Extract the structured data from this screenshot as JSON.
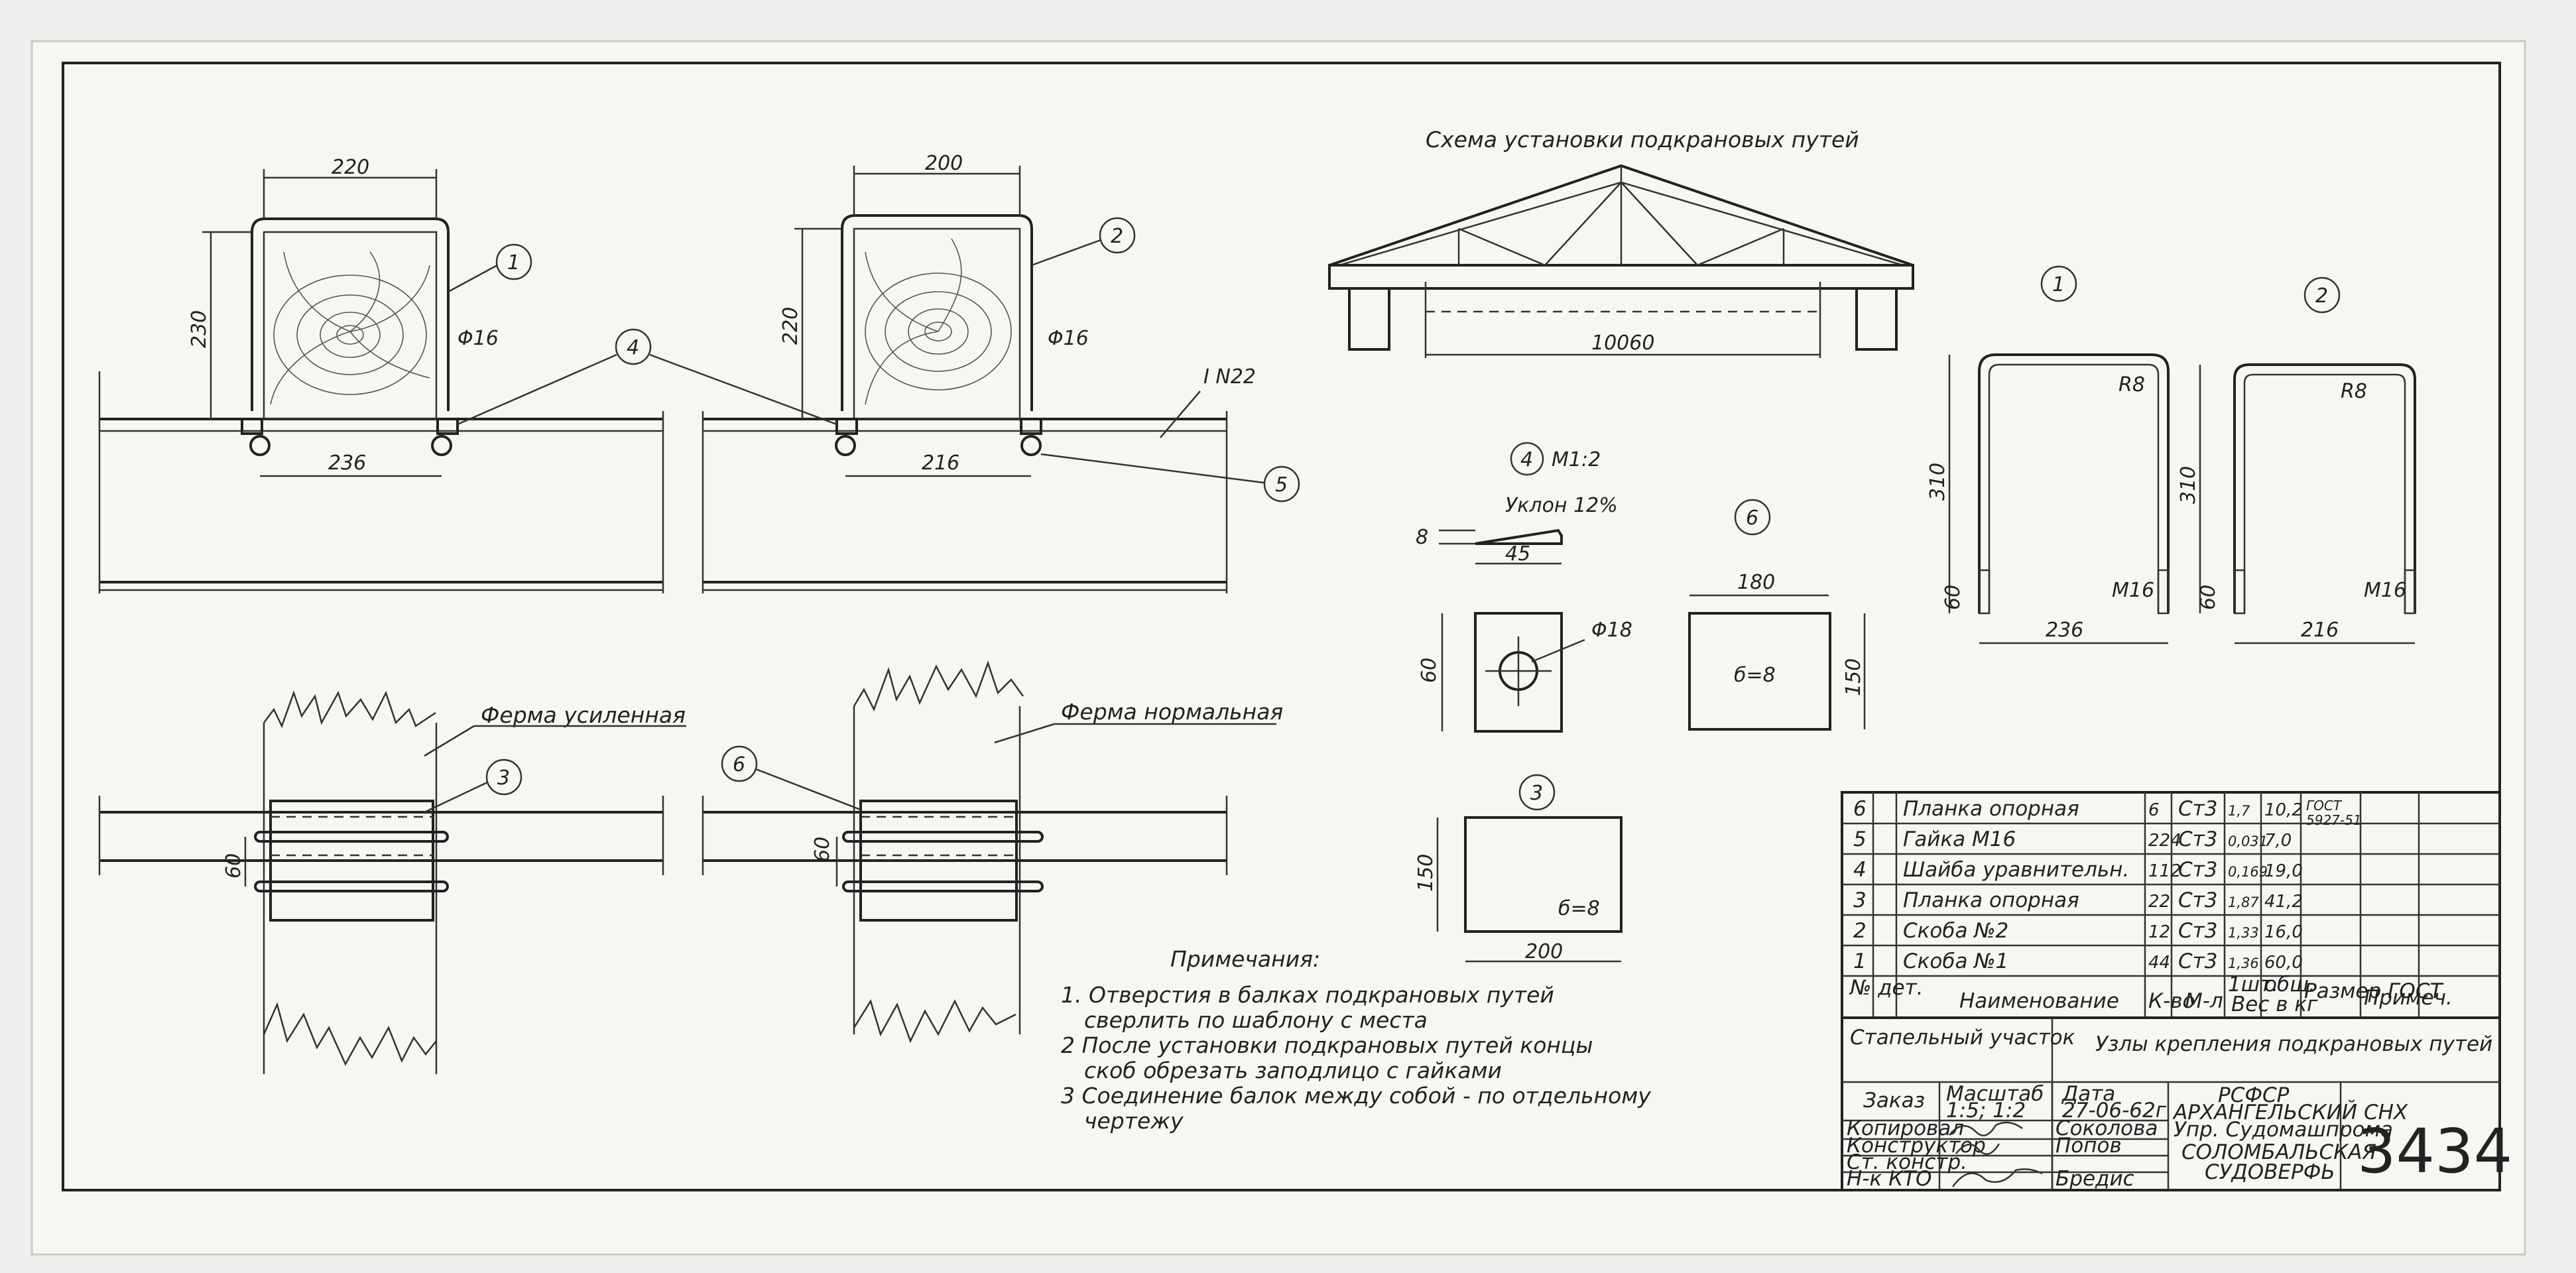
{
  "drawing": {
    "scheme_title": "Схема установки подкрановых путей",
    "span": "10060",
    "detail1": {
      "width": "220",
      "height": "230",
      "rod": "Φ16",
      "base": "236",
      "callout": "1"
    },
    "detail2": {
      "width": "200",
      "height": "220",
      "rod": "Φ16",
      "base": "216",
      "callout": "2"
    },
    "beam_label": "I N22",
    "callout4": "4",
    "callout5": "5",
    "callout3": "3",
    "callout6": "6",
    "truss_reinforced": "Ферма усиленная",
    "truss_normal": "Ферма нормальная",
    "dim_60a": "60",
    "dim_60b": "60",
    "part4": {
      "callout": "4",
      "scale": "M1:2",
      "slope": "Уклон 12%",
      "thick": "8",
      "len": "45",
      "side": "60",
      "hole": "Φ18"
    },
    "part6": {
      "callout": "6",
      "w": "180",
      "h": "150",
      "thk": "б=8"
    },
    "part3": {
      "callout": "3",
      "w": "200",
      "h": "150",
      "thk": "б=8"
    },
    "bracket1": {
      "callout": "1",
      "r": "R8",
      "h": "310",
      "thread": "60",
      "m": "M16",
      "w": "236"
    },
    "bracket2": {
      "callout": "2",
      "r": "R8",
      "h": "310",
      "thread": "60",
      "m": "M16",
      "w": "216"
    }
  },
  "notes": {
    "title": "Примечания:",
    "lines": [
      "1. Отверстия в балках подкрановых путей",
      "сверлить по шаблону с места",
      "2  После установки подкрановых путей концы",
      "скоб обрезать заподлицо с гайками",
      "3  Соединение балок между собой - по отдельному",
      "чертежу"
    ]
  },
  "spec": {
    "rows": [
      {
        "no": "6",
        "name": "Планка опорная",
        "qty": "6",
        "mat": "Ст3",
        "w1": "1,7",
        "w2": "10,2",
        "std": "ГОСТ 5927-51"
      },
      {
        "no": "5",
        "name": "Гайка М16",
        "qty": "224",
        "mat": "Ст3",
        "w1": "0,031",
        "w2": "7,0",
        "std": ""
      },
      {
        "no": "4",
        "name": "Шайба уравнительн.",
        "qty": "112",
        "mat": "Ст3",
        "w1": "0,169",
        "w2": "19,0",
        "std": ""
      },
      {
        "no": "3",
        "name": "Планка опорная",
        "qty": "22",
        "mat": "Ст3",
        "w1": "1,87",
        "w2": "41,2",
        "std": ""
      },
      {
        "no": "2",
        "name": "Скоба №2",
        "qty": "12",
        "mat": "Ст3",
        "w1": "1,33",
        "w2": "16,0",
        "std": ""
      },
      {
        "no": "1",
        "name": "Скоба №1",
        "qty": "44",
        "mat": "Ст3",
        "w1": "1,36",
        "w2": "60,0",
        "std": ""
      }
    ],
    "header": {
      "no": "№ дет.",
      "name": "Наименование",
      "qty": "К-во",
      "mat": "М-л",
      "w1": "1шт.",
      "w2": "общ.",
      "wt": "Вес в кг",
      "std": "Размер ГОСТ",
      "rem": "Примеч."
    }
  },
  "title_block": {
    "section": "Стапельный участок",
    "title": "Узлы крепления подкрановых путей",
    "order": "Заказ",
    "scale_label": "Масштаб",
    "scale": "1:5; 1:2",
    "date_label": "Дата",
    "date": "27-06-62г",
    "org1": "РСФСР",
    "org2": "АРХАНГЕЛЬСКИЙ СНХ",
    "org3": "Упр. Судомашпрома",
    "org4": "СОЛОМБАЛЬСКАЯ",
    "org5": "СУДОВЕРФЬ",
    "number": "3434",
    "roles": [
      "Копировал",
      "Конструктор",
      "Ст. констр.",
      "Н-к КТО"
    ],
    "names": [
      "Соколова",
      "Попов",
      "",
      "Бредис"
    ]
  }
}
